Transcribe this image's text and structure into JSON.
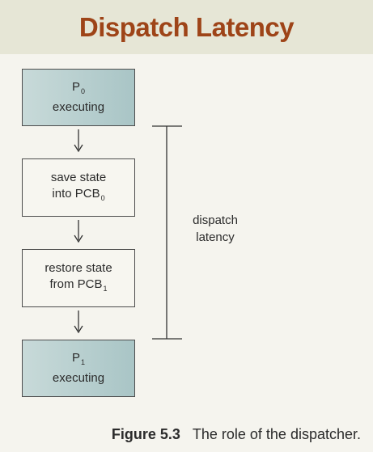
{
  "slide": {
    "title": "Dispatch Latency"
  },
  "diagram": {
    "box_p0": {
      "name": "P",
      "subscript": "0",
      "text": "executing"
    },
    "box_save": {
      "line1": "save state",
      "line2": "into PCB",
      "subscript": "0"
    },
    "box_restore": {
      "line1": "restore state",
      "line2": "from PCB",
      "subscript": "1"
    },
    "box_p1": {
      "name": "P",
      "subscript": "1",
      "text": "executing"
    },
    "latency_label": {
      "line1": "dispatch",
      "line2": "latency"
    }
  },
  "caption": {
    "number": "Figure 5.3",
    "text": "The role of the dispatcher."
  },
  "colors": {
    "title": "#9e4418",
    "process_box_fill": "#b4cdcd",
    "background": "#e6e6d6",
    "panel": "#f5f4ee"
  }
}
